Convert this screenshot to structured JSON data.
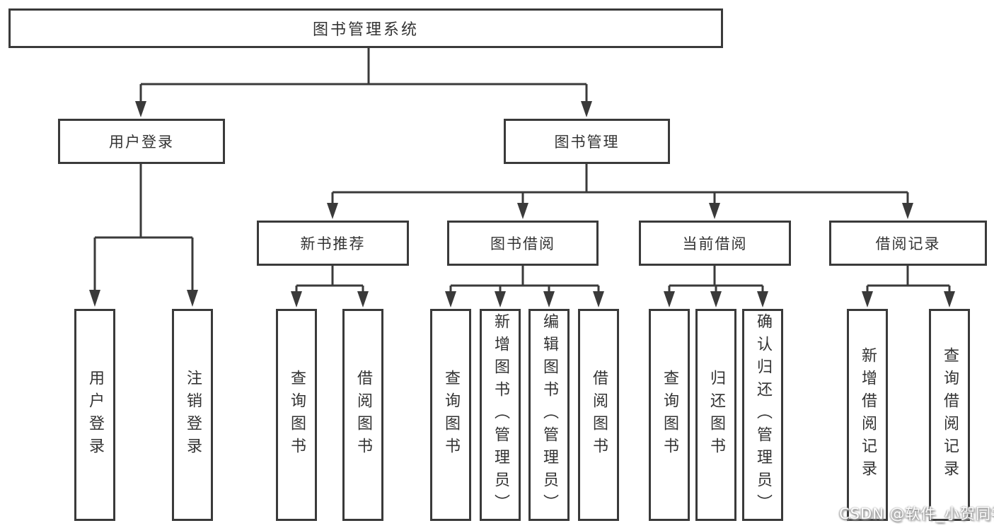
{
  "diagram": {
    "type": "hierarchy",
    "root": {
      "label": "图书管理系统"
    },
    "level2": [
      {
        "label": "用户登录"
      },
      {
        "label": "图书管理"
      }
    ],
    "level3": [
      {
        "label": "新书推荐",
        "parent": "图书管理"
      },
      {
        "label": "图书借阅",
        "parent": "图书管理"
      },
      {
        "label": "当前借阅",
        "parent": "图书管理"
      },
      {
        "label": "借阅记录",
        "parent": "图书管理"
      }
    ],
    "level4": [
      {
        "label": "用户登录",
        "parent": "用户登录"
      },
      {
        "label": "注销登录",
        "parent": "用户登录"
      },
      {
        "label": "查询图书",
        "parent": "新书推荐"
      },
      {
        "label": "借阅图书",
        "parent": "新书推荐"
      },
      {
        "label": "查询图书",
        "parent": "图书借阅"
      },
      {
        "label": "新增图书（管理员）",
        "parent": "图书借阅"
      },
      {
        "label": "编辑图书（管理员）",
        "parent": "图书借阅"
      },
      {
        "label": "借阅图书",
        "parent": "图书借阅"
      },
      {
        "label": "查询图书",
        "parent": "当前借阅"
      },
      {
        "label": "归还图书",
        "parent": "当前借阅"
      },
      {
        "label": "确认归还（管理员）",
        "parent": "当前借阅"
      },
      {
        "label": "新增借阅记录",
        "parent": "借阅记录"
      },
      {
        "label": "查询借阅记录",
        "parent": "借阅记录"
      }
    ]
  },
  "watermark": "CSDN @软件_小贺同学",
  "colors": {
    "line": "#3a3a3a",
    "text": "#333333",
    "box_background": "#ffffff",
    "page_background": "#ffffff",
    "watermark_text": "#fdfdfd"
  }
}
